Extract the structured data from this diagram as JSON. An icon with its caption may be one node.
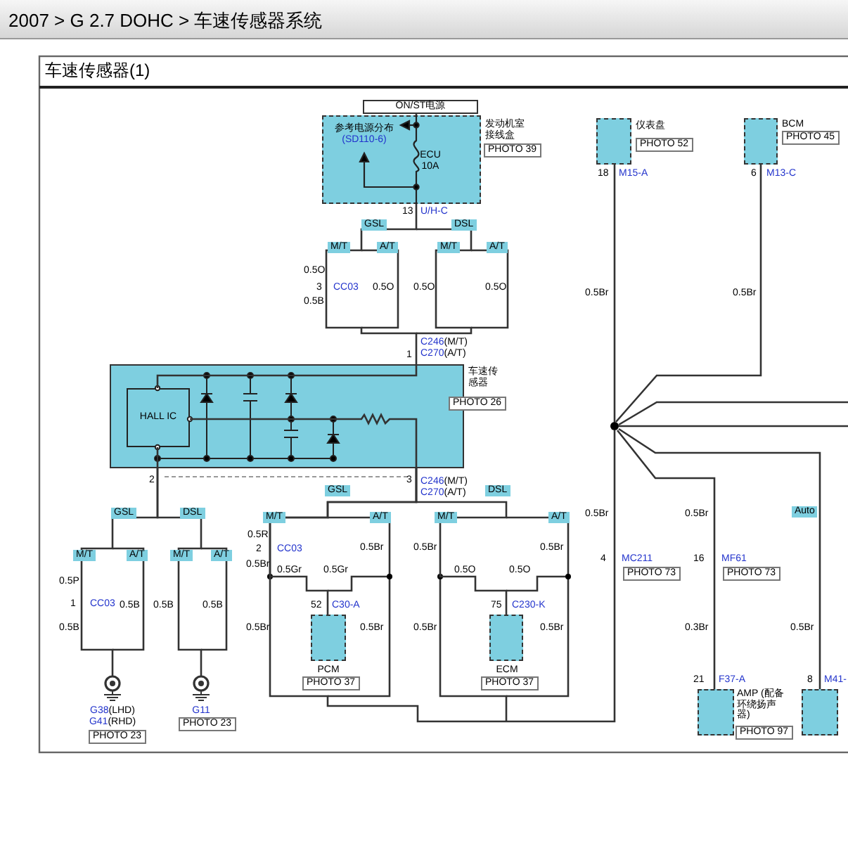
{
  "diagram": {
    "title": "2007 > G 2.7 DOHC > 车速传感器系统",
    "nodes": [
      {
        "text": [
          "参考电源分布 (SD110-6)",
          "ECU 10A"
        ],
        "beside": [
          "发动机室接线盒",
          "PHOTO 39"
        ]
      },
      {
        "text": [
          "仪表盘",
          "PHOTO 52"
        ]
      },
      {
        "text": [
          "BCM",
          "PHOTO 45"
        ]
      },
      {
        "text": [
          "车速传感器"
        ],
        "beside": [
          "PHOTO 26"
        ]
      },
      {
        "text": [
          "HALL IC"
        ],
        "in": 3
      },
      {
        "text": [
          "G38(LHD) G41(RHD)",
          "PHOTO 23"
        ]
      },
      {
        "text": [
          "G11",
          "PHOTO 23"
        ]
      },
      {
        "text": [
          "PCM",
          "PHOTO 37"
        ]
      },
      {
        "text": [
          "ECM",
          "PHOTO 37"
        ]
      },
      {
        "text": [],
        "shape": "circle"
      },
      {
        "text": [
          "AMP (配备环绕扬声器)",
          "PHOTO 97"
        ]
      },
      {
        "text": [],
        "shape": "box"
      }
    ],
    "edges": [
      {
        "from": 0,
        "to": 3,
        "arrow": "none"
      },
      {
        "from": 3,
        "to": 5,
        "arrow": "none"
      },
      {
        "from": 3,
        "to": 6,
        "arrow": "none"
      },
      {
        "from": 3,
        "to": 7,
        "arrow": "none"
      },
      {
        "from": 3,
        "to": 8,
        "arrow": "none"
      },
      {
        "from": 3,
        "to": 9,
        "arrow": "none"
      },
      {
        "from": 9,
        "to": 1,
        "arrow": "none"
      },
      {
        "from": 9,
        "to": 2,
        "arrow": "none"
      },
      {
        "from": 9,
        "to": null,
        "arrow": "none"
      },
      {
        "from": 9,
        "to": null,
        "arrow": "none"
      },
      {
        "from": 9,
        "to": 11,
        "arrow": "none"
      },
      {
        "from": 9,
        "to": 10,
        "arrow": "none"
      },
      {
        "from": 4,
        "to": 3,
        "arrow": "none"
      },
      {
        "from": 4,
        "to": 3,
        "arrow": "none"
      },
      {
        "from": 4,
        "to": 3,
        "arrow": "none"
      }
    ],
    "labels": [
      "车速传感器(1)",
      "ON/ST电源",
      "13",
      "U/H-C",
      "GSL",
      "DSL",
      "M/T",
      "A/T",
      "M/T",
      "A/T",
      "0.5O",
      "3",
      "CC03",
      "0.5B",
      "0.5O",
      "0.5O",
      "0.5O",
      "C246(M/T)",
      "1",
      "C270(A/T)",
      "2",
      "3",
      "C246(M/T)",
      "C270(A/T)",
      "GSL",
      "DSL",
      "M/T",
      "A/T",
      "M/T",
      "A/T",
      "0.5P",
      "1",
      "CC03",
      "0.5B",
      "0.5B",
      "0.5B",
      "0.5B",
      "GSL",
      "DSL",
      "M/T",
      "A/T",
      "M/T",
      "A/T",
      "0.5R",
      "2",
      "CC03",
      "0.5Br",
      "0.5Br",
      "0.5Br",
      "0.5Br",
      "0.5Gr",
      "0.5Gr",
      "0.5O",
      "0.5O",
      "52",
      "C30-A",
      "75",
      "C230-K",
      "0.5Br",
      "0.5Br",
      "0.5Br",
      "0.5Br",
      "18",
      "M15-A",
      "6",
      "M13-C",
      "0.5Br",
      "0.5Br",
      "0.5Br",
      "0.5Br",
      "Auto",
      "4",
      "MC211",
      "PHOTO 73",
      "16",
      "MF61",
      "PHOTO 73",
      "0.3Br",
      "0.5Br",
      "21",
      "F37-A",
      "8",
      "M41-"
    ]
  }
}
